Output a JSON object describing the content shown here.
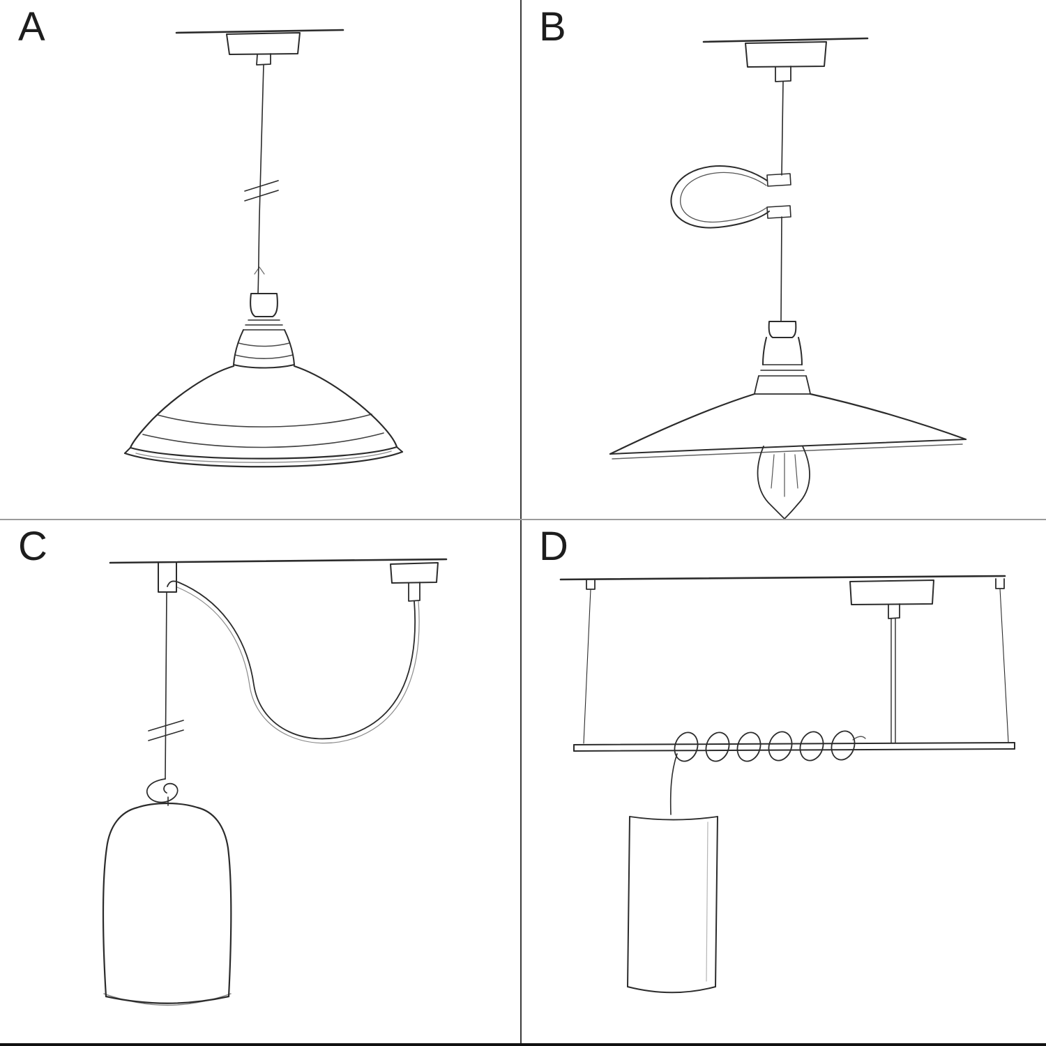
{
  "page": {
    "background_color": "#ffffff",
    "ink_color": "#2b2b2b",
    "divider_color": "#3a3a3a"
  },
  "panels": [
    {
      "label": "A",
      "illustration": "pendant-ceiling-rose-industrial-bowl-shade"
    },
    {
      "label": "B",
      "illustration": "pendant-cable-hook-flat-plate-shade-exposed-bulb"
    },
    {
      "label": "C",
      "illustration": "swag-pendant-hook-knotted-cable-bell-dome-shade"
    },
    {
      "label": "D",
      "illustration": "suspended-bar-coiled-cable-tube-pendant"
    }
  ]
}
